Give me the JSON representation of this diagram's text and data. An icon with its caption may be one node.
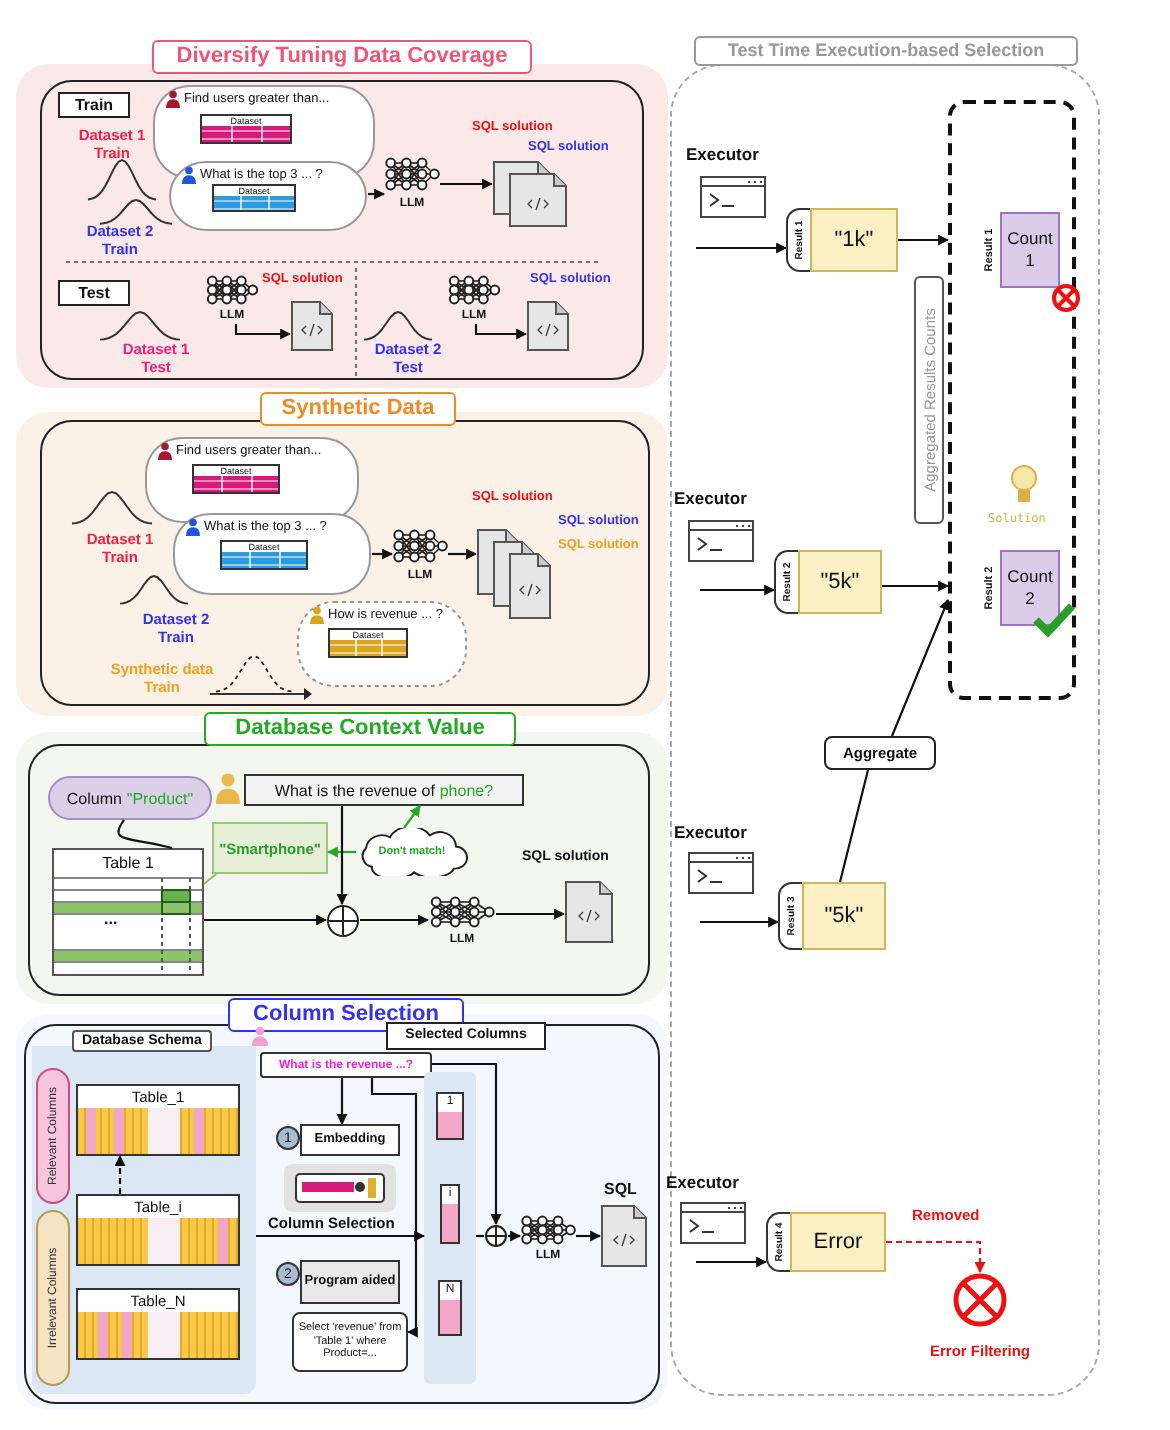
{
  "diagram": {
    "nodes": [
      {
        "text": [
          "Diversify Tuning Data Coverage"
        ]
      },
      {
        "text": [
          "Train"
        ],
        "in": 0
      },
      {
        "text": [
          "Test"
        ],
        "in": 0
      },
      {
        "text": [
          "Find users greater than..."
        ],
        "in": 0
      },
      {
        "text": [
          "Dataset"
        ],
        "in": 3
      },
      {
        "text": [
          "What is the top 3 ... ?"
        ],
        "in": 0
      },
      {
        "text": [
          "Dataset"
        ],
        "in": 5
      },
      {
        "text": [
          "LLM"
        ],
        "in": 0
      },
      {
        "text": [],
        "shape": "document",
        "in": 0
      },
      {
        "text": [
          "LLM"
        ],
        "in": 0
      },
      {
        "text": [],
        "shape": "document",
        "in": 0
      },
      {
        "text": [
          "LLM"
        ],
        "in": 0
      },
      {
        "text": [],
        "shape": "document",
        "in": 0
      },
      {
        "text": [
          "Synthetic Data"
        ]
      },
      {
        "text": [
          "Find users greater than..."
        ],
        "in": 13
      },
      {
        "text": [
          "Dataset"
        ],
        "in": 14
      },
      {
        "text": [
          "What is the top 3 ... ?"
        ],
        "in": 13
      },
      {
        "text": [
          "Dataset"
        ],
        "in": 16
      },
      {
        "text": [
          "How is revenue ... ?"
        ],
        "in": 13
      },
      {
        "text": [
          "Dataset"
        ],
        "in": 18
      },
      {
        "text": [
          "LLM"
        ],
        "in": 13
      },
      {
        "text": [],
        "shape": "document",
        "in": 13
      },
      {
        "text": [
          "Database Context Value"
        ]
      },
      {
        "text": [
          "Column",
          "\"Product\""
        ],
        "in": 22
      },
      {
        "text": [
          "What is the revenue of",
          "phone?"
        ],
        "in": 22
      },
      {
        "text": [
          "Don't match!"
        ],
        "in": 22
      },
      {
        "text": [
          "\"Smartphone\""
        ],
        "in": 22
      },
      {
        "text": [
          "Table 1"
        ],
        "in": 22
      },
      {
        "text": [],
        "shape": "circle",
        "in": 22
      },
      {
        "text": [
          "LLM"
        ],
        "in": 22
      },
      {
        "text": [],
        "shape": "document",
        "in": 22
      },
      {
        "text": [
          "Column Selection"
        ]
      },
      {
        "text": [
          "Database Schema"
        ],
        "in": 31
      },
      {
        "text": [
          "Relevant Columns"
        ],
        "in": 32
      },
      {
        "text": [
          "Irrelevant Columns"
        ],
        "in": 32
      },
      {
        "text": [
          "Table_1"
        ],
        "in": 32
      },
      {
        "text": [
          "Table_i"
        ],
        "in": 32
      },
      {
        "text": [
          "Table_N"
        ],
        "in": 32
      },
      {
        "text": [
          "What is the revenue ...?"
        ],
        "in": 31
      },
      {
        "text": [
          "Embedding"
        ],
        "beside": [
          "1"
        ],
        "in": 31
      },
      {
        "text": [
          "Program aided"
        ],
        "beside": [
          "2"
        ],
        "in": 31
      },
      {
        "text": [
          "Select 'revenue' from 'Table 1' where Product=..."
        ],
        "in": 31
      },
      {
        "text": [],
        "shape": "box",
        "in": 31
      },
      {
        "text": [
          "1"
        ],
        "in": 42
      },
      {
        "text": [
          "i"
        ],
        "in": 42
      },
      {
        "text": [
          "N"
        ],
        "in": 42
      },
      {
        "text": [],
        "shape": "circle",
        "in": 31
      },
      {
        "text": [
          "LLM"
        ],
        "in": 31
      },
      {
        "text": [],
        "shape": "document",
        "in": 31
      },
      {
        "text": [
          "Test Time Execution-based Selection"
        ]
      },
      {
        "text": [
          "Result 1",
          "\"1k\""
        ],
        "in": 49
      },
      {
        "text": [
          "Result 2",
          "\"5k\""
        ],
        "in": 49
      },
      {
        "text": [
          "Result 3",
          "\"5k\""
        ],
        "in": 49
      },
      {
        "text": [
          "Result 4",
          "Error"
        ],
        "in": 49
      },
      {
        "text": [],
        "shape": "box",
        "in": 49
      },
      {
        "text": [
          "Aggregated Results Counts"
        ],
        "in": 49
      },
      {
        "text": [
          "Result 1",
          "Count 1"
        ],
        "in": 54
      },
      {
        "text": [
          "Result 2",
          "Count 2"
        ],
        "in": 54
      },
      {
        "text": [
          "Aggregate"
        ],
        "in": 49
      },
      {
        "text": [
          "Error Filtering"
        ],
        "in": 49
      },
      {
        "text": [
          "Selected Columns"
        ],
        "in": 31
      }
    ],
    "edges": [
      {
        "from": 5,
        "to": 7,
        "arrow": "to"
      },
      {
        "from": 7,
        "to": 8,
        "arrow": "to"
      },
      {
        "from": 9,
        "to": 10,
        "arrow": "to"
      },
      {
        "from": 11,
        "to": 12,
        "arrow": "to"
      },
      {
        "from": 16,
        "to": 20,
        "arrow": "to"
      },
      {
        "from": 20,
        "to": 21,
        "arrow": "to"
      },
      {
        "from": 23,
        "to": 27,
        "arrow": "none"
      },
      {
        "from": 25,
        "to": 24,
        "arrow": "to",
        "color": "#22aa22"
      },
      {
        "from": 25,
        "to": 26,
        "arrow": "to",
        "color": "#22aa22"
      },
      {
        "from": 26,
        "to": 27,
        "arrow": "none",
        "color": "#8fbf6a"
      },
      {
        "from": 24,
        "to": 28,
        "arrow": "to"
      },
      {
        "from": 27,
        "to": 28,
        "arrow": "to"
      },
      {
        "from": 28,
        "to": 29,
        "arrow": "to"
      },
      {
        "from": 29,
        "to": 30,
        "arrow": "to"
      },
      {
        "from": 36,
        "to": 35,
        "arrow": "to",
        "style": "dashed"
      },
      {
        "from": 38,
        "to": 39,
        "arrow": "to"
      },
      {
        "from": 38,
        "to": 41,
        "arrow": "to"
      },
      {
        "from": 38,
        "to": 46,
        "arrow": "to"
      },
      {
        "from": 32,
        "to": 42,
        "arrow": "to",
        "label": "Column Selection"
      },
      {
        "from": 42,
        "to": 46,
        "arrow": "none"
      },
      {
        "from": 46,
        "to": 47,
        "arrow": "to"
      },
      {
        "from": 47,
        "to": 48,
        "arrow": "to"
      },
      {
        "from": null,
        "to": 50,
        "arrow": "to"
      },
      {
        "from": null,
        "to": 51,
        "arrow": "to"
      },
      {
        "from": null,
        "to": 52,
        "arrow": "to"
      },
      {
        "from": null,
        "to": 53,
        "arrow": "to"
      },
      {
        "from": 50,
        "to": 54,
        "arrow": "to"
      },
      {
        "from": 51,
        "to": 54,
        "arrow": "to"
      },
      {
        "from": 52,
        "to": 58,
        "arrow": "none"
      },
      {
        "from": 58,
        "to": 54,
        "arrow": "to"
      },
      {
        "from": 53,
        "to": 59,
        "arrow": "to",
        "style": "dashed",
        "color": "#ee1111",
        "label": "Removed"
      }
    ],
    "labels": [
      "Dataset 1 Train",
      "SQL solution",
      "SQL solution",
      "Dataset 2 Train",
      "SQL solution",
      "SQL solution",
      "Dataset 1 Test",
      "Dataset 2 Test",
      "SQL solution",
      "SQL solution",
      "SQL solution",
      "Dataset 1 Train",
      "Dataset 2 Train",
      "Synthetic data Train",
      "SQL solution",
      "...",
      "SQL",
      "Executor",
      "Executor",
      "Solution",
      "Executor",
      "Executor"
    ]
  }
}
